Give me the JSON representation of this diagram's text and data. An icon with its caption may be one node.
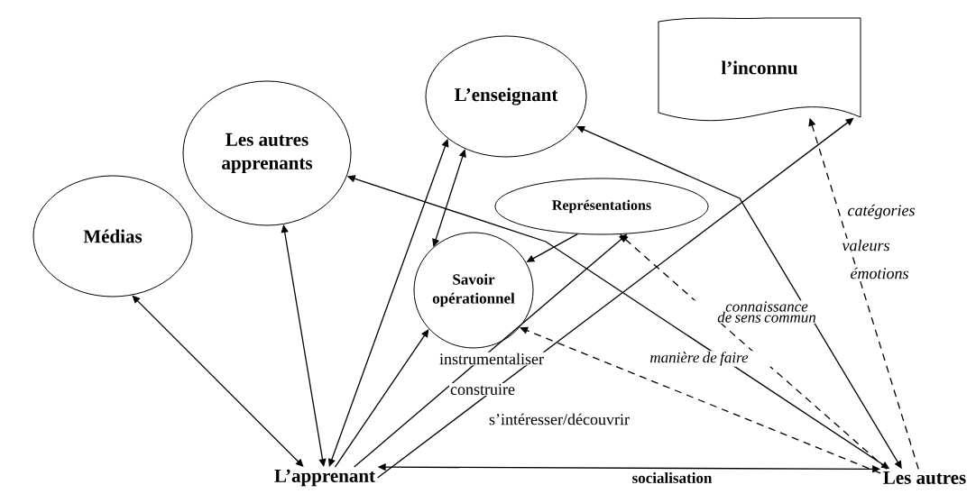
{
  "diagram": {
    "nodes": [
      {
        "text": [
          "Médias"
        ]
      },
      {
        "text": [
          "Les autres apprenants"
        ]
      },
      {
        "text": [
          "L’enseignant"
        ]
      },
      {
        "text": [
          "l’inconnu"
        ]
      },
      {
        "text": [
          "Représentations"
        ]
      },
      {
        "text": [
          "Savoir opérationnel"
        ]
      },
      {
        "text": [
          "L’apprenant"
        ]
      },
      {
        "text": [
          "Les autres"
        ]
      }
    ],
    "edges": [
      {
        "from": 6,
        "to": 0,
        "arrow": "both"
      },
      {
        "from": 6,
        "to": 1,
        "arrow": "both"
      },
      {
        "from": 6,
        "to": 2,
        "arrow": "both"
      },
      {
        "from": 6,
        "to": 5,
        "arrow": "to"
      },
      {
        "from": 5,
        "to": 2,
        "arrow": "both"
      },
      {
        "from": 4,
        "to": 5,
        "arrow": "to"
      },
      {
        "from": 6,
        "to": 4,
        "arrow": "to"
      },
      {
        "from": 6,
        "to": 3,
        "arrow": "to"
      },
      {
        "from": 7,
        "to": 1,
        "arrow": "both"
      },
      {
        "from": 7,
        "to": 2,
        "arrow": "both"
      },
      {
        "from": 7,
        "to": 4,
        "arrow": "to",
        "style": "dashed",
        "label": "connaissance de sens commun"
      },
      {
        "from": 7,
        "to": 5,
        "arrow": "to",
        "style": "dashed",
        "label": "manière de faire"
      },
      {
        "from": 7,
        "to": 3,
        "arrow": "to",
        "style": "dashed"
      },
      {
        "from": 6,
        "to": 7,
        "arrow": "both",
        "label": "socialisation"
      }
    ],
    "labels": [
      "instrumentaliser",
      "construire",
      "s’intéresser/découvrir",
      "catégories",
      "valeurs",
      "émotions"
    ]
  }
}
